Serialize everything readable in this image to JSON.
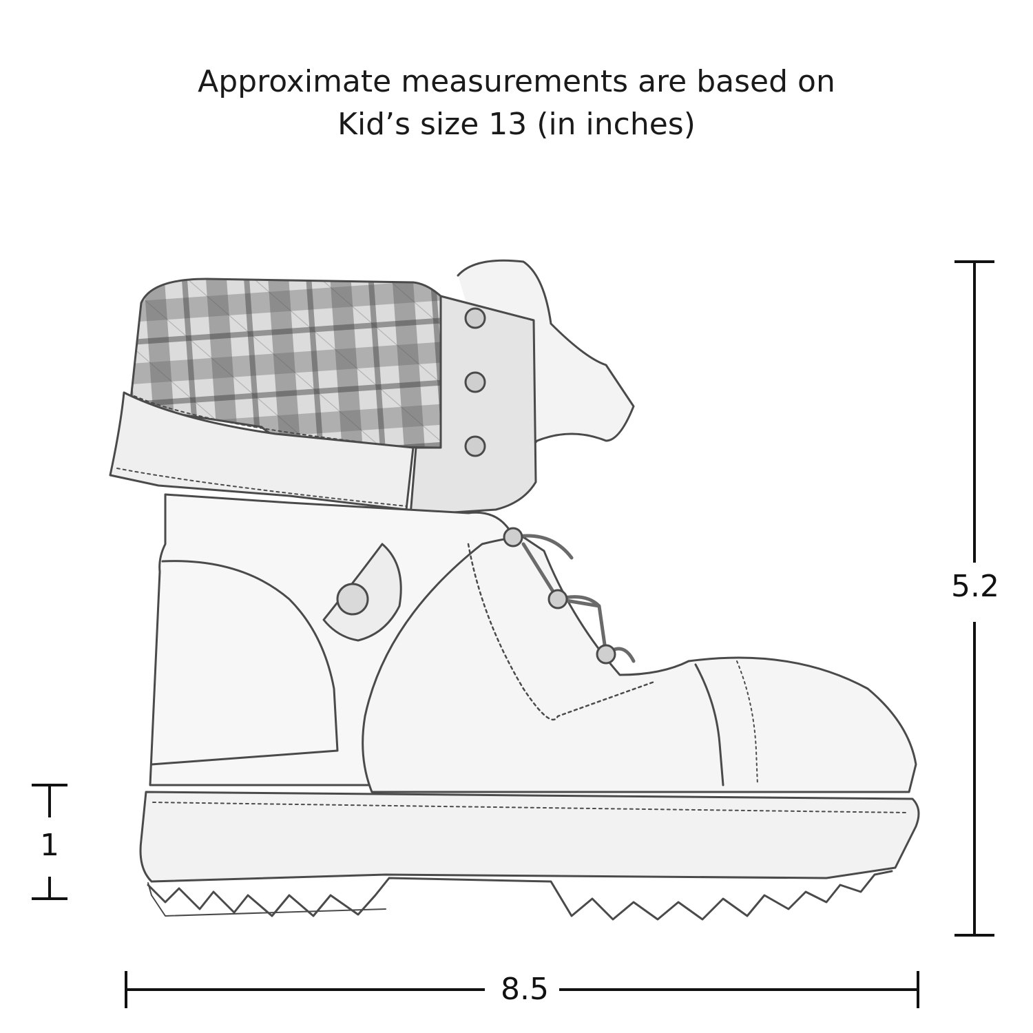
{
  "title": {
    "line1": "Approximate measurements are based on",
    "line2": "Kid’s size 13 (in inches)"
  },
  "dimensions": {
    "height": "5.2",
    "sole": "1",
    "length": "8.5"
  },
  "colors": {
    "ink": "#1a1a1a",
    "sketch": "#4a4a4a",
    "background": "#ffffff"
  }
}
